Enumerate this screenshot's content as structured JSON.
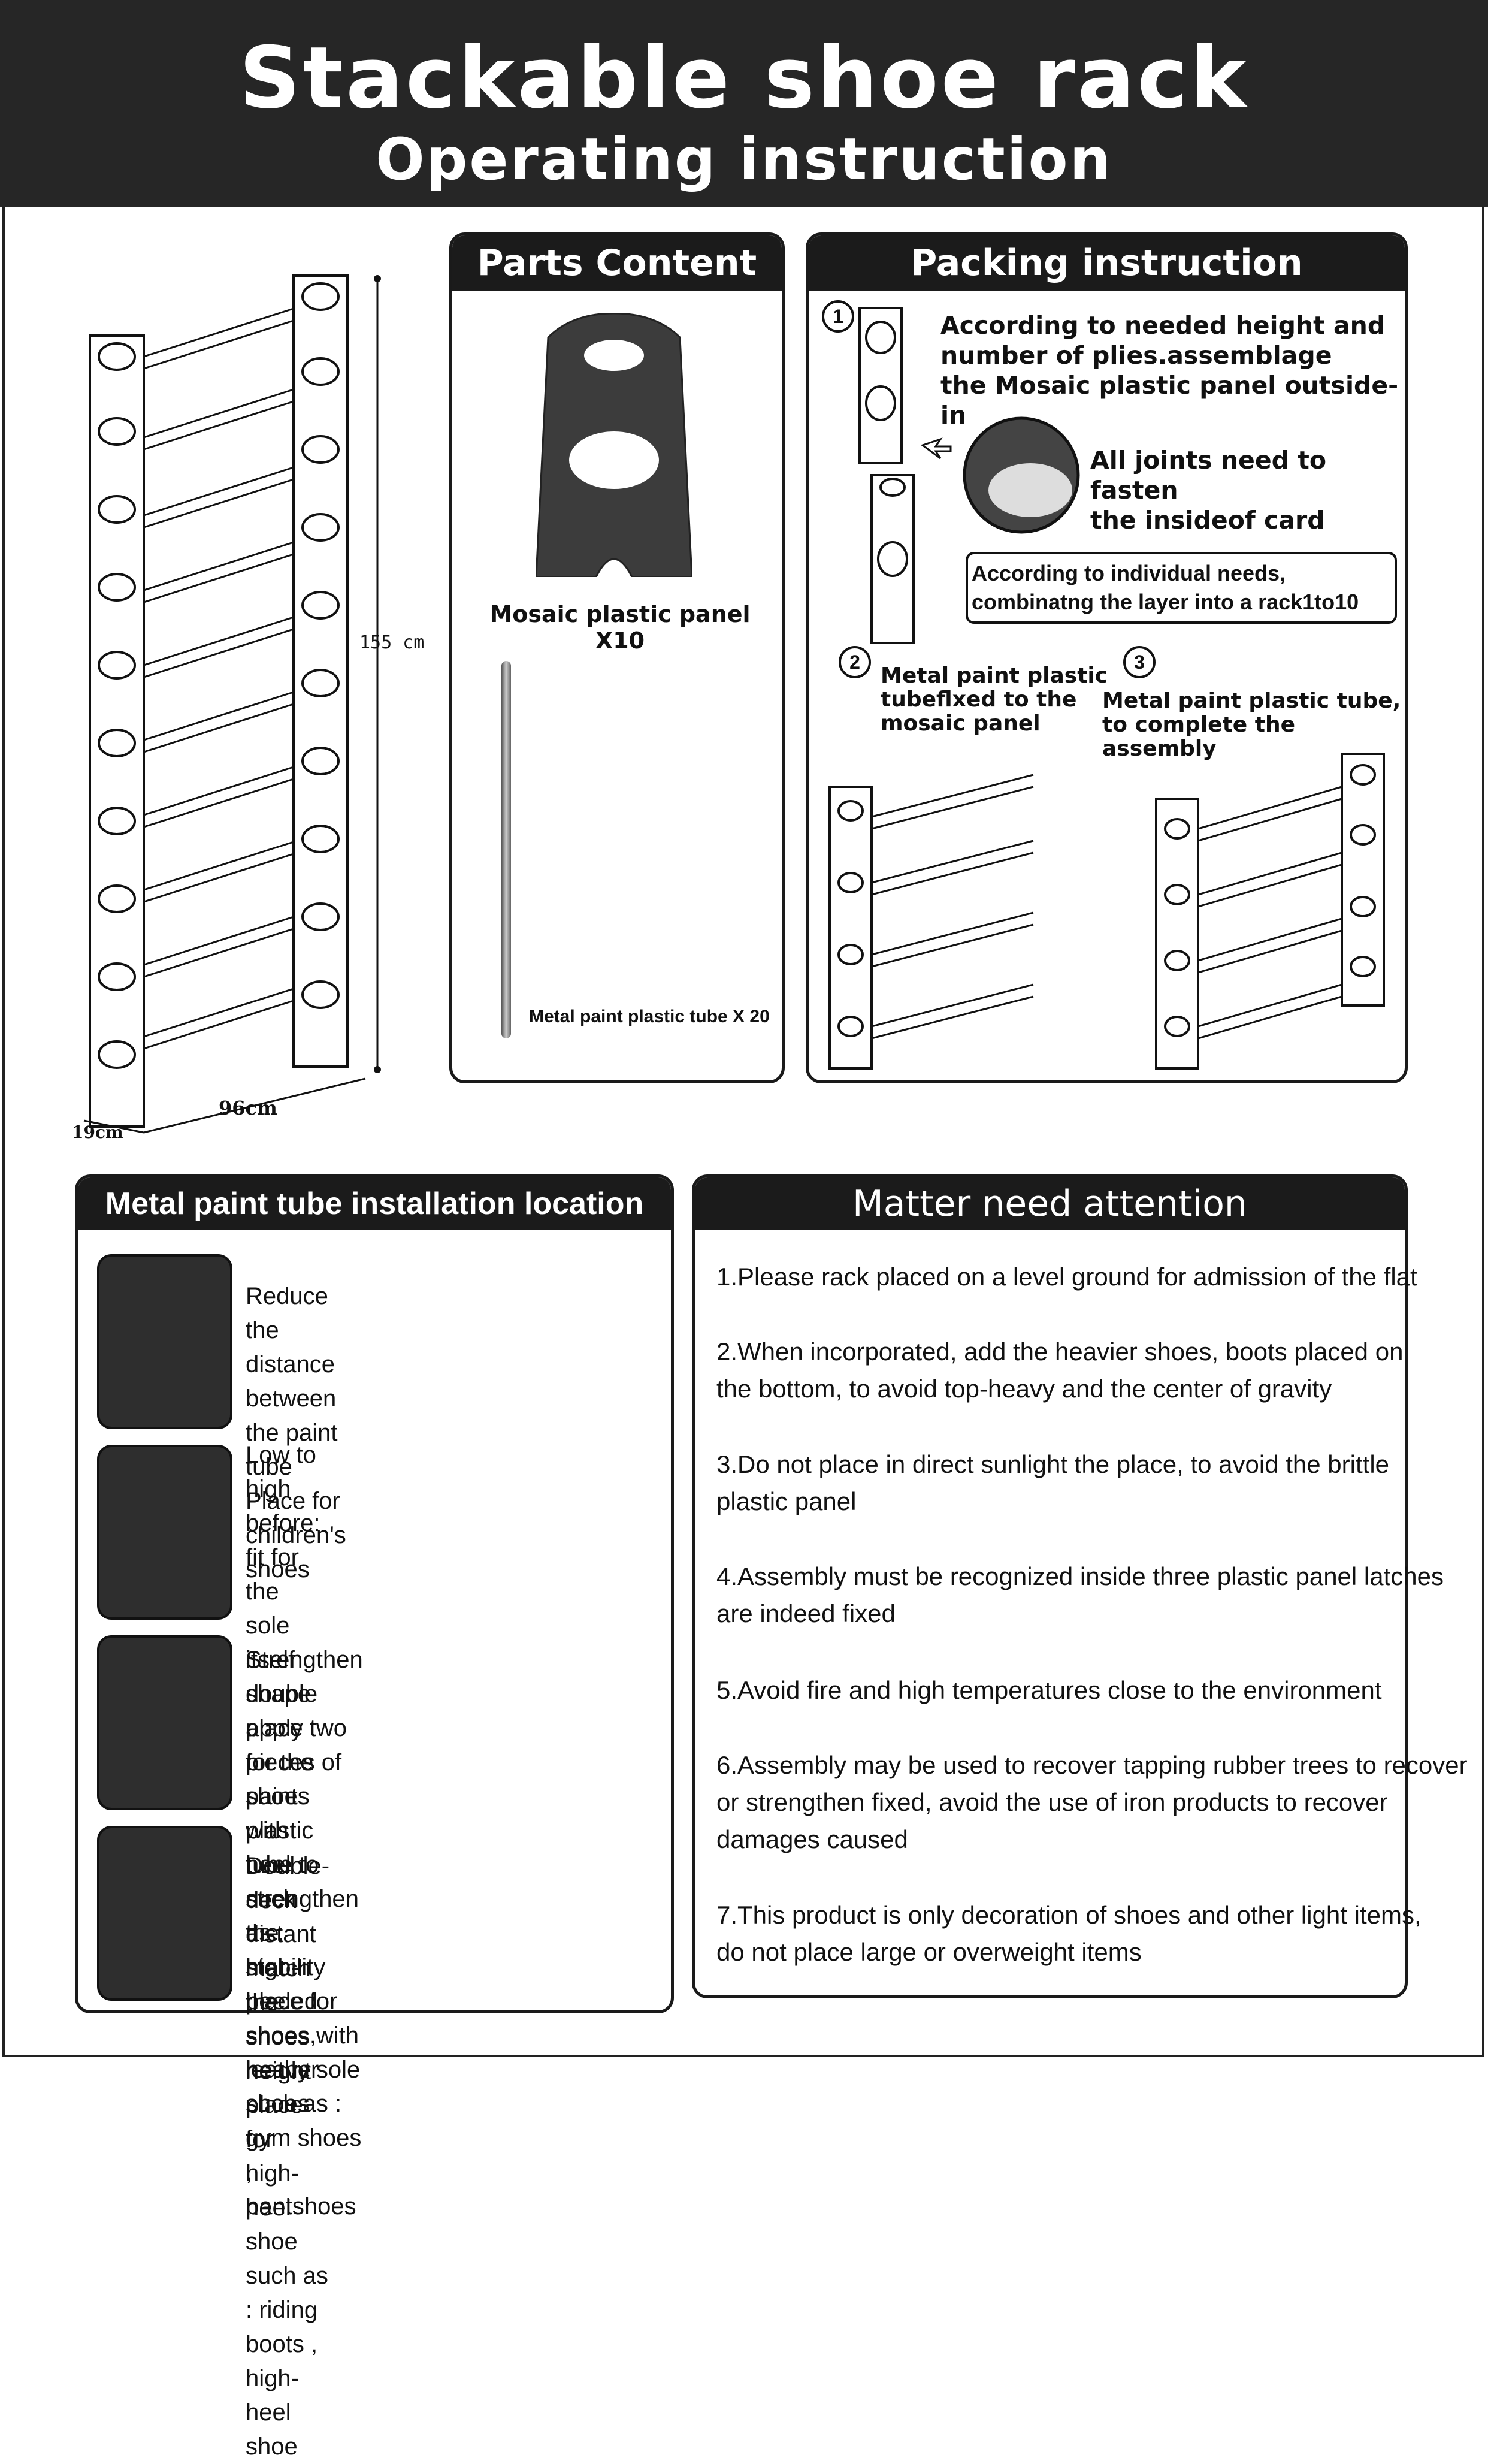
{
  "header": {
    "title": "Stackable shoe rack",
    "subtitle": "Operating instruction"
  },
  "dimensions": {
    "height": "155 cm",
    "width": "96cm",
    "depth": "19cm"
  },
  "parts": {
    "heading": "Parts Content",
    "panel_label": "Mosaic plastic panel X10",
    "tube_label": "Metal paint plastic tube X 20"
  },
  "packing": {
    "heading": "Packing instruction",
    "step1_num": "1",
    "step1_text": "According to needed height and\n number of plies.assemblage\nthe Mosaic plastic panel outside-in",
    "joint_note": "All joints need to fasten\n the insideof card",
    "box_note": "According to individual needs,\ncombinatng the layer into a rack1to10",
    "step2_num": "2",
    "step2_text": "Metal paint plastic\ntubeflxed to the\nmosaic panel",
    "step3_num": "3",
    "step3_text": "Metal paint plastic tube,\nto complete the assembly"
  },
  "installation": {
    "heading": "Metal paint tube installation location",
    "items": [
      {
        "text": "Reduce the distance between the paint tube\nPlace for children's shoes"
      },
      {
        "text": "Low to high before:\nfit for the sole itself shape\nplace for the shoes with heel\nsuch as : high-heeled shoes,\n leather shoes"
      },
      {
        "text": "Strengthen double\napply two pieces of paint plastic\n tube to strengthen the stability\nplace for shoes with heavy sole\nsuch as : gym shoes , pantshoes"
      },
      {
        "text": "Double-deck distant\nmatch the shoes height\nplace for high-heel shoe\nsuch as : riding boots , high-heel shoe"
      }
    ]
  },
  "attention": {
    "heading": "Matter need attention",
    "items": [
      "1.Please rack placed on a level ground for admission of the flat",
      "2.When incorporated, add the heavier shoes, boots placed on\n   the bottom, to avoid top-heavy and the center of gravity",
      "3.Do not place in direct sunlight the place, to avoid the brittle\n   plastic panel",
      "4.Assembly must be recognized inside three plastic panel latches\n    are indeed fixed",
      "5.Avoid fire and high temperatures close to the environment",
      "6.Assembly may be used to recover tapping rubber trees to recover\n   or strengthen fixed, avoid the use of iron products to recover\n   damages caused",
      "7.This product is only decoration of shoes and other light items,\n do not place large or overweight items"
    ]
  },
  "colors": {
    "header_bg": "#262626",
    "tab_bg": "#1b1b1b",
    "panel_dark": "#3a3a3a"
  }
}
